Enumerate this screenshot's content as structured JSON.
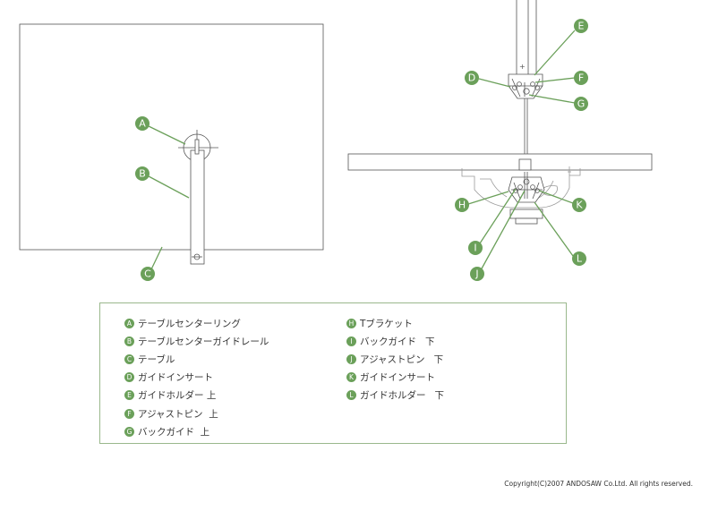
{
  "legend": [
    {
      "letter": "A",
      "label": "テーブルセンターリング"
    },
    {
      "letter": "B",
      "label": "テーブルセンターガイドレール"
    },
    {
      "letter": "C",
      "label": "テーブル"
    },
    {
      "letter": "D",
      "label": "ガイドインサート"
    },
    {
      "letter": "E",
      "label": "ガイドホルダー 上"
    },
    {
      "letter": "F",
      "label": "アジャストピン  上"
    },
    {
      "letter": "G",
      "label": "バックガイド  上"
    },
    {
      "letter": "H",
      "label": "Tブラケット"
    },
    {
      "letter": "I",
      "label": "バックガイド   下"
    },
    {
      "letter": "J",
      "label": "アジャストピン   下"
    },
    {
      "letter": "K",
      "label": "ガイドインサート"
    },
    {
      "letter": "L",
      "label": "ガイドホルダー   下"
    }
  ],
  "copyright": "Copyright(C)2007 ANDOSAW Co.Ltd. All rights reserved.",
  "colors": {
    "accent_green": "#6ba05a",
    "legend_border": "#9ab88c",
    "line": "#555555"
  }
}
